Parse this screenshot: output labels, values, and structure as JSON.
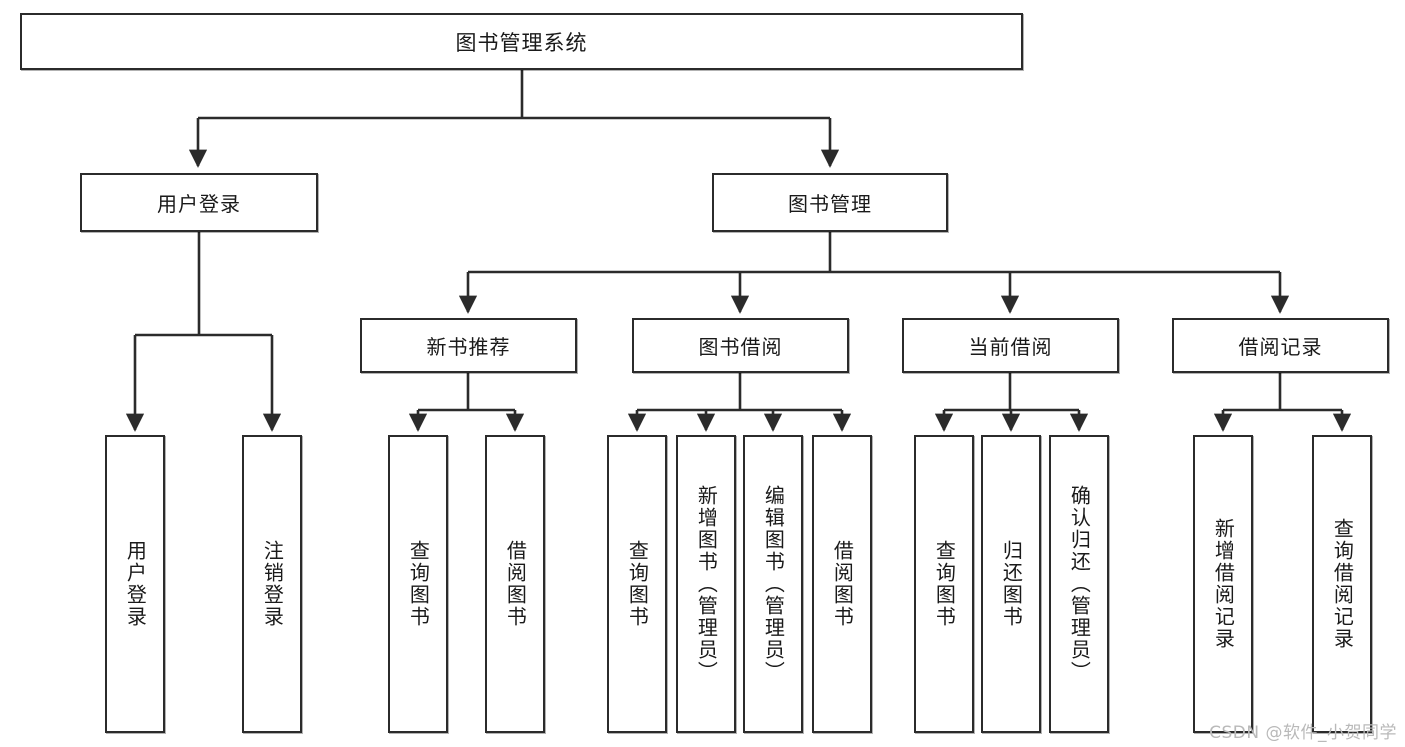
{
  "diagram": {
    "title": "图书管理系统",
    "type": "tree-hierarchy",
    "root": {
      "label": "图书管理系统"
    },
    "level2": [
      {
        "label": "用户登录"
      },
      {
        "label": "图书管理"
      }
    ],
    "level3": [
      {
        "label": "新书推荐"
      },
      {
        "label": "图书借阅"
      },
      {
        "label": "当前借阅"
      },
      {
        "label": "借阅记录"
      }
    ],
    "leaves": {
      "user_login": [
        {
          "label": "用户登录"
        },
        {
          "label": "注销登录"
        }
      ],
      "new_book_recommend": [
        {
          "label": "查询图书"
        },
        {
          "label": "借阅图书"
        }
      ],
      "book_borrow": [
        {
          "label": "查询图书"
        },
        {
          "label": "新增图书（管理员）"
        },
        {
          "label": "编辑图书（管理员）"
        },
        {
          "label": "借阅图书"
        }
      ],
      "current_borrow": [
        {
          "label": "查询图书"
        },
        {
          "label": "归还图书"
        },
        {
          "label": "确认归还（管理员）"
        }
      ],
      "borrow_record": [
        {
          "label": "新增借阅记录"
        },
        {
          "label": "查询借阅记录"
        }
      ]
    },
    "colors": {
      "stroke": "#2b2b2b",
      "fill": "#ffffff",
      "text": "#1a1a1a",
      "watermark": "#b9b9b9"
    }
  },
  "watermark": {
    "text": "CSDN @软件_小贺同学"
  }
}
